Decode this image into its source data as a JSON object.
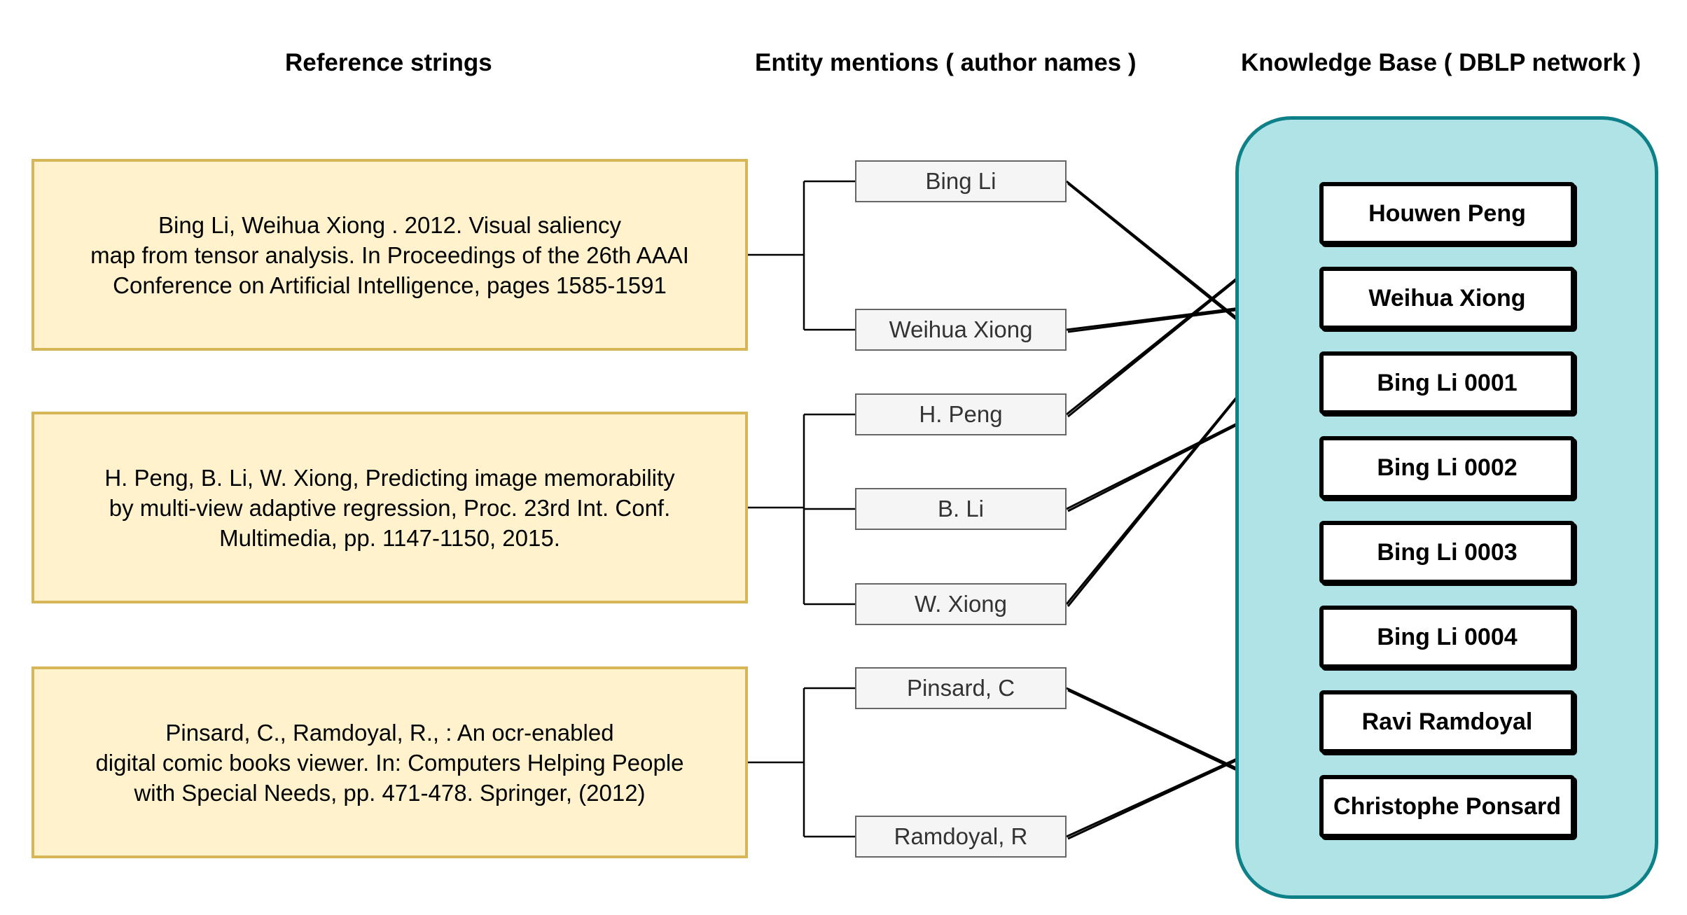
{
  "headers": {
    "references": "Reference strings",
    "mentions": "Entity mentions ( author names )",
    "kb": "Knowledge Base ( DBLP network )"
  },
  "references": [
    {
      "lines": [
        "Bing Li, Weihua Xiong . 2012. Visual saliency",
        "map from tensor analysis. In Proceedings of the 26th AAAI",
        "Conference on Artificial Intelligence, pages 1585-1591"
      ]
    },
    {
      "lines": [
        "H. Peng,  B. Li,  W. Xiong, Predicting image memorability",
        "by multi-view adaptive regression, Proc. 23rd Int. Conf.",
        "Multimedia, pp. 1147-1150, 2015."
      ]
    },
    {
      "lines": [
        "Pinsard, C., Ramdoyal, R., : An ocr-enabled",
        "digital comic books viewer. In: Computers Helping People",
        "with Special  Needs, pp. 471-478. Springer, (2012)"
      ]
    }
  ],
  "mentions": [
    "Bing Li",
    "Weihua Xiong",
    "H. Peng",
    "B. Li",
    "W. Xiong",
    "Pinsard, C",
    "Ramdoyal, R"
  ],
  "kb_entities": [
    "Houwen Peng",
    "Weihua Xiong",
    "Bing Li 0001",
    "Bing Li 0002",
    "Bing Li 0003",
    "Bing Li 0004",
    "Ravi Ramdoyal",
    "Christophe Ponsard"
  ],
  "groupings": [
    [
      0,
      1
    ],
    [
      2,
      3,
      4
    ],
    [
      5,
      6
    ]
  ],
  "links": [
    {
      "mention": 0,
      "entity": 2
    },
    {
      "mention": 1,
      "entity": 1
    },
    {
      "mention": 2,
      "entity": 0
    },
    {
      "mention": 3,
      "entity": 2
    },
    {
      "mention": 4,
      "entity": 1
    },
    {
      "mention": 5,
      "entity": 7
    },
    {
      "mention": 6,
      "entity": 6
    }
  ],
  "colors": {
    "reference_fill": "#fff2cc",
    "reference_border": "#d6b656",
    "mention_fill": "#f5f5f5",
    "mention_border": "#666666",
    "kb_fill": "#b0e3e6",
    "kb_border": "#0e8088"
  }
}
